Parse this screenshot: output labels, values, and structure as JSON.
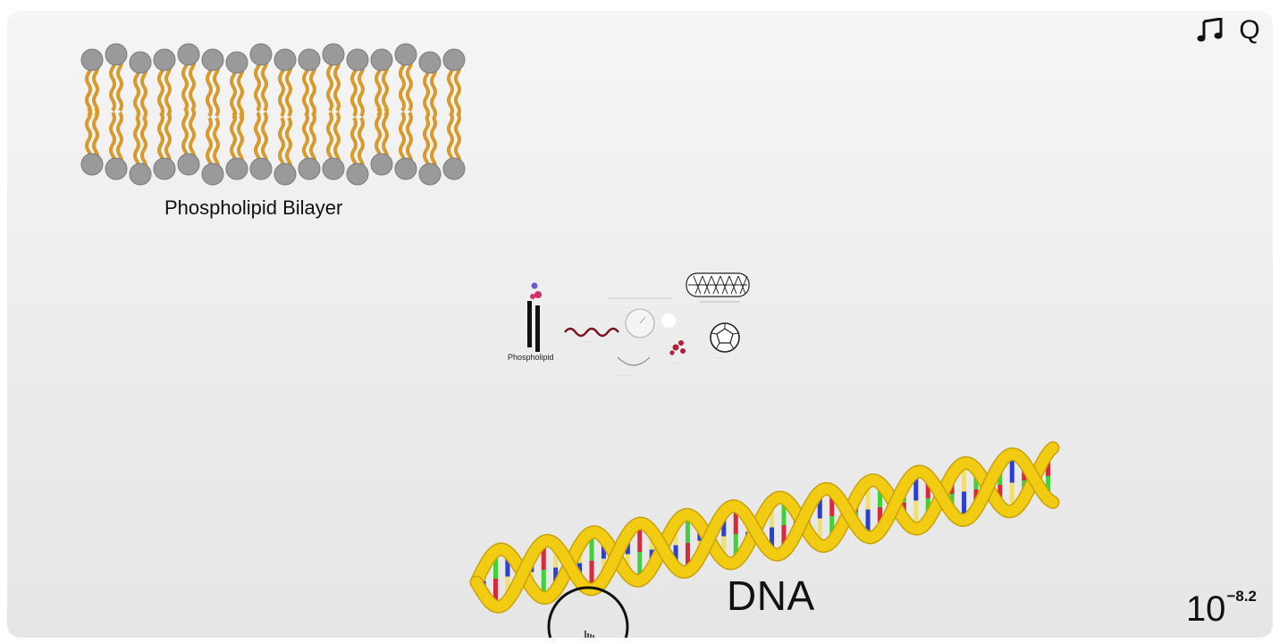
{
  "labels": {
    "bilayer": "Phospholipid Bilayer",
    "dna": "DNA",
    "phospholipid_small": "Phospholipid"
  },
  "scale": {
    "base": "10",
    "exponent": "−8.2"
  },
  "toolbar": {
    "music_icon": "music-note-icon",
    "search_key": "Q"
  },
  "colors": {
    "lipid_head": "#9a9a9a",
    "lipid_tail": "#d89a2c",
    "dna_backbone": "#f2cc12",
    "base_red": "#d9283a",
    "base_blue": "#2a3fd4",
    "base_green": "#3fd13a",
    "base_yellow": "#f0e070"
  },
  "icons": [
    "music-note-icon",
    "cursor-hand-icon",
    "fullerene-icon",
    "nanotube-icon"
  ]
}
